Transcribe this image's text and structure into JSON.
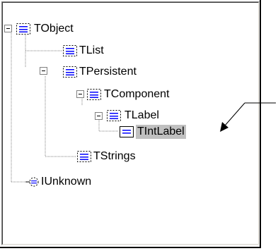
{
  "tree": {
    "nodes": [
      {
        "label": "TObject"
      },
      {
        "label": "TList"
      },
      {
        "label": "TPersistent"
      },
      {
        "label": "TComponent"
      },
      {
        "label": "TLabel"
      },
      {
        "label": "TIntLabel",
        "selected": true
      },
      {
        "label": "TStrings"
      },
      {
        "label": "IUnknown"
      }
    ]
  },
  "icons": {
    "class": "class-icon",
    "interface": "interface-icon",
    "collapse": "collapse-icon"
  },
  "colors": {
    "selection": "#c0c0c0",
    "icon_blue": "#0000ff"
  }
}
